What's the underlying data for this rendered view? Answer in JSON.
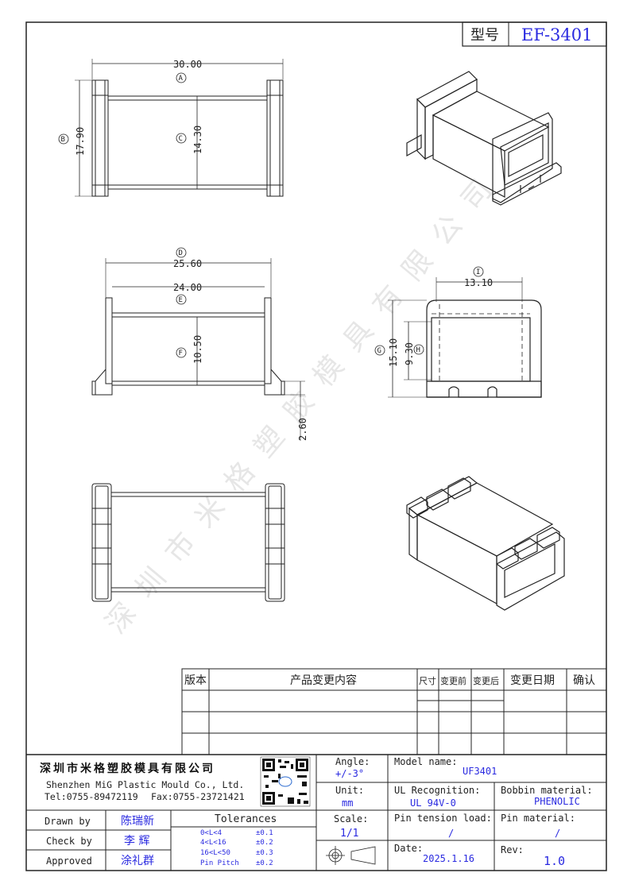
{
  "header": {
    "type_label": "型号",
    "model": "EF-3401"
  },
  "watermark": "深圳市米格塑胶模具有限公司",
  "dimensions": {
    "A": {
      "label": "A",
      "value": "30.00"
    },
    "B": {
      "label": "B",
      "value": "17.90"
    },
    "C": {
      "label": "C",
      "value": "14.30"
    },
    "D": {
      "label": "D",
      "value": "25.60"
    },
    "E": {
      "label": "E",
      "value": "24.00"
    },
    "F": {
      "label": "F",
      "value": "10.50"
    },
    "pin": {
      "value": "2.60"
    },
    "I": {
      "label": "I",
      "value": "13.10"
    },
    "G": {
      "label": "G",
      "value": "15.10"
    },
    "H": {
      "label": "H",
      "value": "9.30"
    }
  },
  "revision_table": {
    "headers": [
      "版本",
      "产品变更内容",
      "尺寸",
      "变更前",
      "变更后",
      "变更日期",
      "确认"
    ]
  },
  "title_block": {
    "company_cn": "深圳市米格塑胶模具有限公司",
    "company_en": "Shenzhen MiG Plastic Mould Co., Ltd.",
    "tel": "Tel:0755-89472119",
    "fax": "Fax:0755-23721421",
    "angle_label": "Angle:",
    "angle_value": "+/-3°",
    "unit_label": "Unit:",
    "unit_value": "mm",
    "scale_label": "Scale:",
    "scale_value": "1/1",
    "model_label": "Model name:",
    "model_value": "UF3401",
    "ul_label": "UL Recognition:",
    "ul_value": "UL 94V-0",
    "bobbin_label": "Bobbin material:",
    "bobbin_value": "PHENOLIC",
    "pin_tension_label": "Pin tension load:",
    "pin_tension_value": "/",
    "pin_material_label": "Pin material:",
    "pin_material_value": "/",
    "date_label": "Date:",
    "date_value": "2025.1.16",
    "rev_label": "Rev:",
    "rev_value": "1.0",
    "drawn_label": "Drawn by",
    "drawn_value": "陈瑞新",
    "check_label": "Check by",
    "check_value": "李 辉",
    "approved_label": "Approved",
    "approved_value": "涂礼群",
    "tolerances_title": "Tolerances",
    "tolerances": [
      {
        "range": "0<L<4",
        "value": "±0.1"
      },
      {
        "range": "4<L<16",
        "value": "±0.2"
      },
      {
        "range": "16<L<50",
        "value": "±0.3"
      },
      {
        "range": "Pin Pitch",
        "value": "±0.2"
      }
    ]
  }
}
